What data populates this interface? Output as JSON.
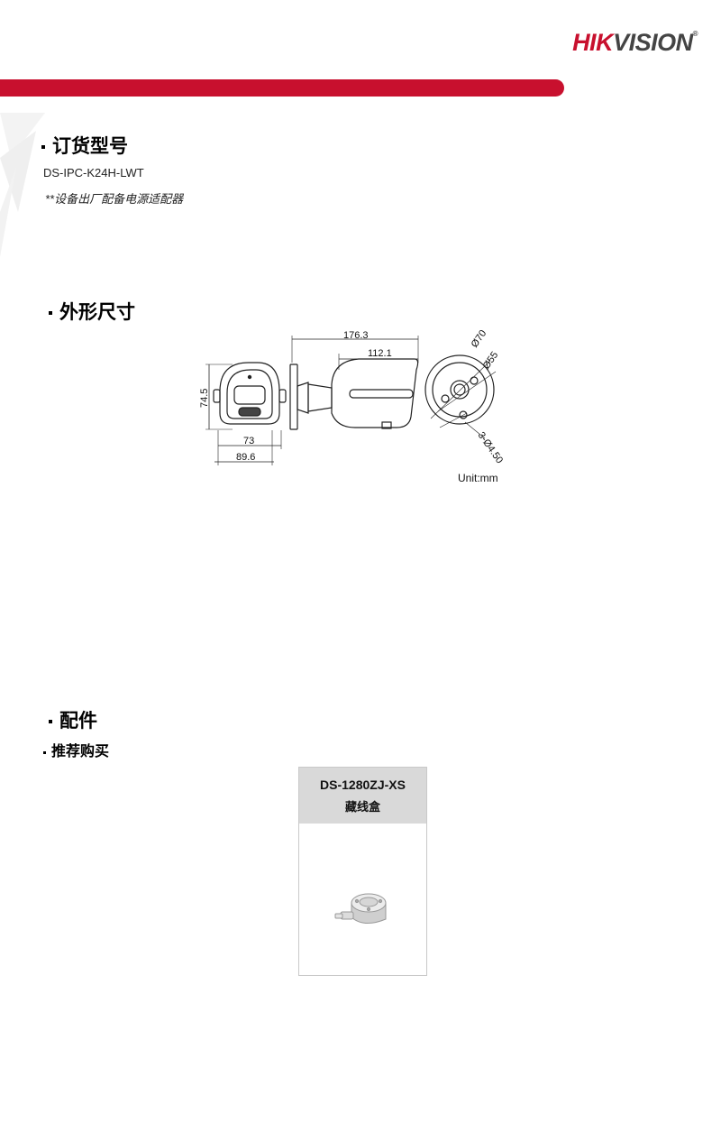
{
  "brand": {
    "hik": "HIK",
    "vision": "VISION",
    "mark": "®"
  },
  "ordering": {
    "title": "订货型号",
    "model": "DS-IPC-K24H-LWT",
    "note": "**设备出厂配备电源适配器"
  },
  "dimensions": {
    "title": "外形尺寸",
    "labels": {
      "height": "74.5",
      "front_width": "73",
      "overall_width": "89.6",
      "length_total": "176.3",
      "length_body": "112.1",
      "base_dia_outer": "Ø70",
      "base_dia_inner": "Ø55",
      "holes": "3-Ø4.50"
    },
    "unit": "Unit:mm"
  },
  "accessories": {
    "title": "配件",
    "subtitle": "推荐购买",
    "items": [
      {
        "part_number": "DS-1280ZJ-XS",
        "name": "藏线盒",
        "icon": "junction-box-icon"
      }
    ]
  },
  "colors": {
    "accent": "#c8102e",
    "card_header": "#d9d9d9"
  }
}
